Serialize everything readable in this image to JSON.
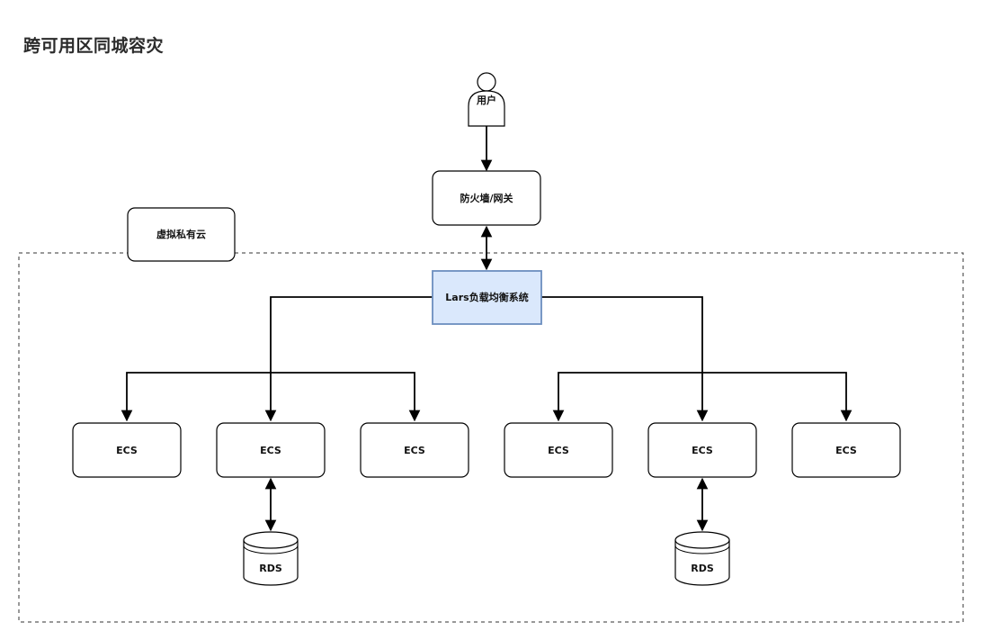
{
  "title": "跨可用区同城容灾",
  "user": {
    "label": "用户"
  },
  "gateway": {
    "label": "防火墙/网关"
  },
  "vpc": {
    "label": "虚拟私有云"
  },
  "load_balancer": {
    "label": "Lars负载均衡系统",
    "fill": "#dae8fc",
    "stroke": "#6c8ebf"
  },
  "ecs_nodes": [
    {
      "label": "ECS"
    },
    {
      "label": "ECS"
    },
    {
      "label": "ECS"
    },
    {
      "label": "ECS"
    },
    {
      "label": "ECS"
    },
    {
      "label": "ECS"
    }
  ],
  "rds_nodes": [
    {
      "label": "RDS"
    },
    {
      "label": "RDS"
    }
  ]
}
